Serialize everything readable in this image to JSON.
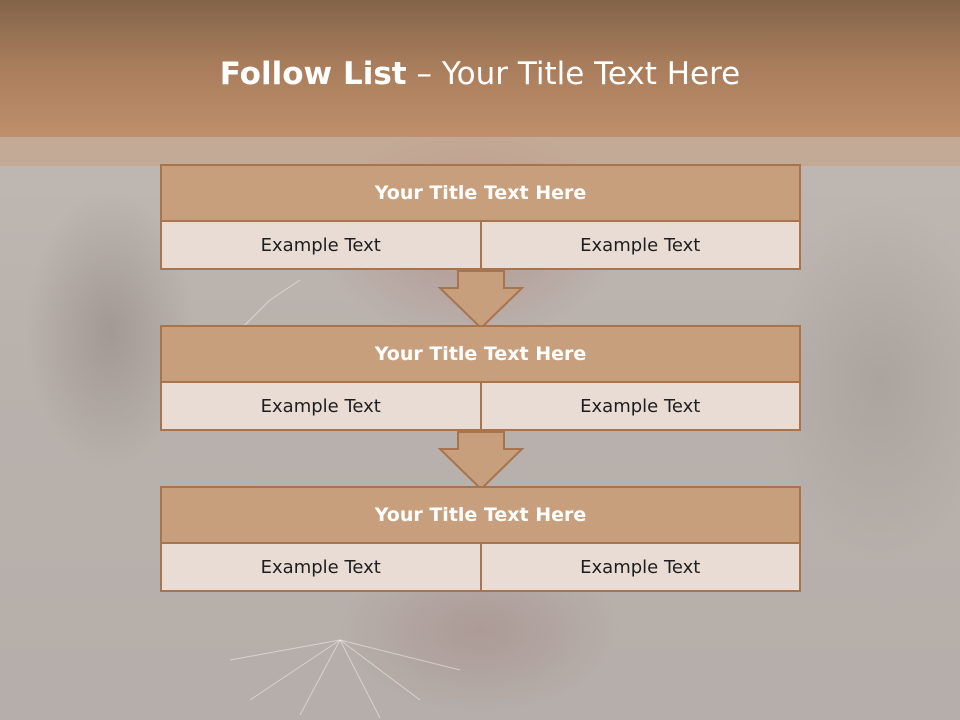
{
  "title": {
    "bold": "Follow List",
    "rest": " – Your Title Text Here"
  },
  "blocks": [
    {
      "heading": "Your Title Text Here",
      "left": "Example Text",
      "right": "Example Text"
    },
    {
      "heading": "Your Title Text Here",
      "left": "Example Text",
      "right": "Example Text"
    },
    {
      "heading": "Your Title Text Here",
      "left": "Example Text",
      "right": "Example Text"
    }
  ],
  "colors": {
    "header": "#a77c5b",
    "block_head": "#c89f7c",
    "block_border": "#a8744e",
    "cell_bg": "#e8dcd4"
  },
  "icons": [
    "down-arrow-icon",
    "down-arrow-icon"
  ]
}
